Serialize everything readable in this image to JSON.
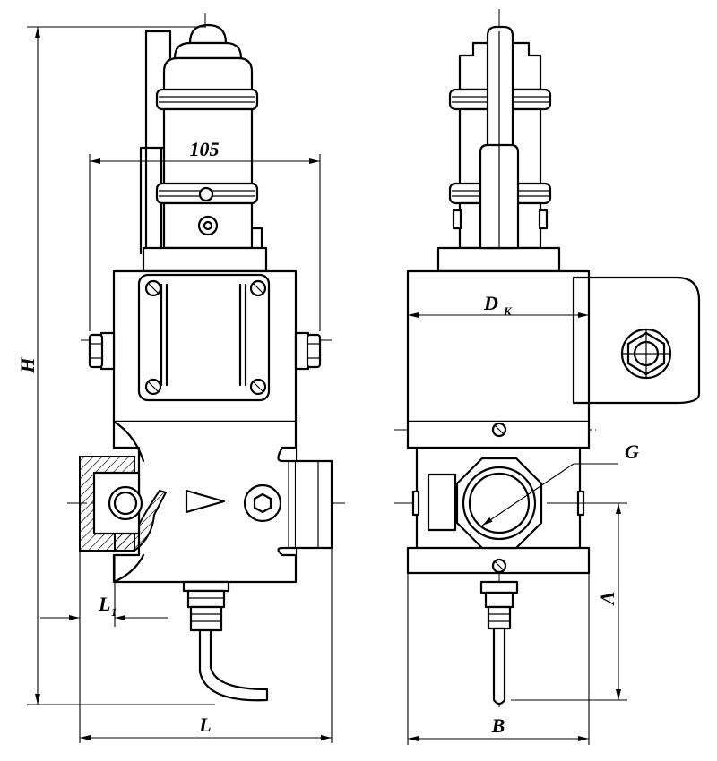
{
  "labels": {
    "overall_height": "H",
    "width_dimension": "105",
    "body_length": "L",
    "port_length": "L",
    "port_length_sub": "1",
    "housing_diameter": "D",
    "housing_diameter_sub": "K",
    "port_thread": "G",
    "axis_height": "A",
    "body_width": "B"
  }
}
